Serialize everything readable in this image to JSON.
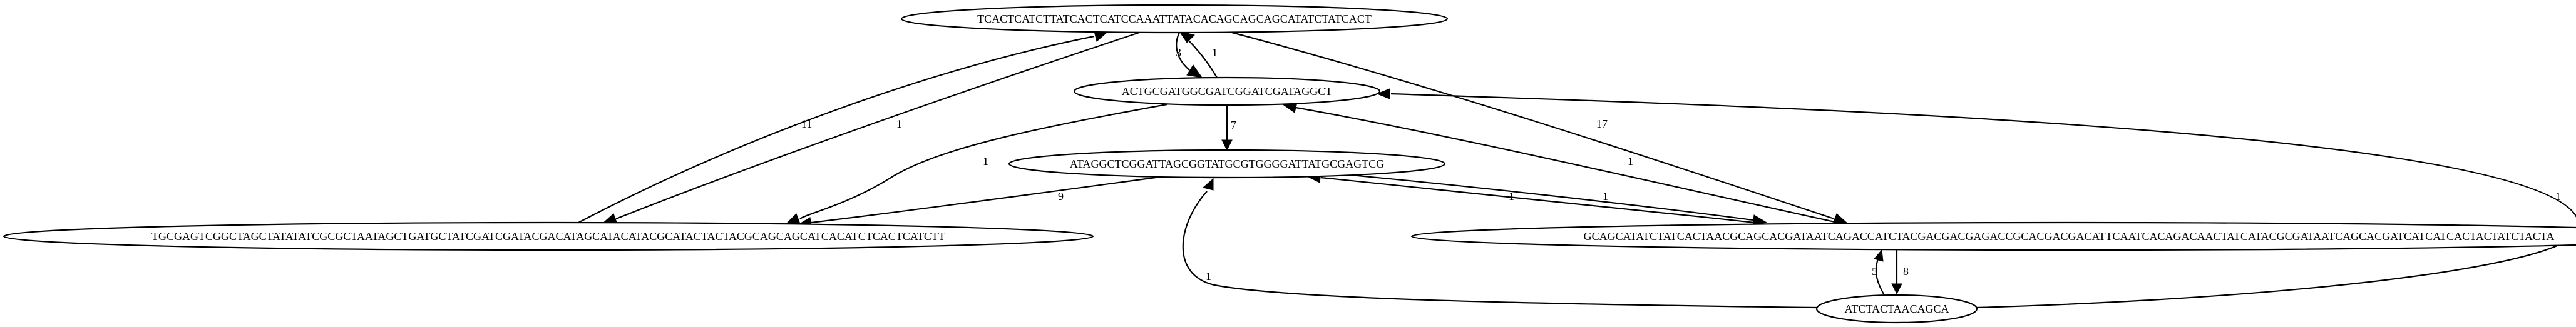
{
  "graph": {
    "nodes": [
      {
        "id": "n1",
        "label": "TCACTCATCTTATCACTCATCCAAATTATACACAGCAGCAGCATATCTATCACT"
      },
      {
        "id": "n2",
        "label": "ACTGCGATGGCGATCGGATCGATAGGCT"
      },
      {
        "id": "n3",
        "label": "ATAGGCTCGGATTAGCGGTATGCGTGGGGATTATGCGAGTCG"
      },
      {
        "id": "n4",
        "label": "TGCGAGTCGGCTAGCTATATATCGCGCTAATAGCTGATGCTATCGATCGATACGACATAGCATACATACGCATACTACTACGCAGCAGCATCACATCTCACTCATCTT"
      },
      {
        "id": "n5",
        "label": "GCAGCATATCTATCACTAACGCAGCACGATAATCAGACCATCTACGACGACGAGACCGCACGACGACATTCAATCACAGACAACTATCATACGCGATAATCAGCACGATCATCATCACTACTATCTACTA"
      },
      {
        "id": "n6",
        "label": "ATCTACTAACAGCA"
      }
    ],
    "edges": [
      {
        "id": "e_n1_n2",
        "from": "n1",
        "to": "n2",
        "label": "3"
      },
      {
        "id": "e_n2_n1",
        "from": "n2",
        "to": "n1",
        "label": "1"
      },
      {
        "id": "e_n4_n1",
        "from": "n4",
        "to": "n1",
        "label": "11"
      },
      {
        "id": "e_n1_n4",
        "from": "n1",
        "to": "n4",
        "label": "1"
      },
      {
        "id": "e_n1_n5",
        "from": "n1",
        "to": "n5",
        "label": "17"
      },
      {
        "id": "e_n2_n3",
        "from": "n2",
        "to": "n3",
        "label": "7"
      },
      {
        "id": "e_n2_n4",
        "from": "n2",
        "to": "n4",
        "label": "1"
      },
      {
        "id": "e_n5_n2",
        "from": "n5",
        "to": "n2",
        "label": "1"
      },
      {
        "id": "e_n6_n2",
        "from": "n6",
        "to": "n2",
        "label": "1"
      },
      {
        "id": "e_n3_n4",
        "from": "n3",
        "to": "n4",
        "label": "9"
      },
      {
        "id": "e_n5_n3",
        "from": "n5",
        "to": "n3",
        "label": "1"
      },
      {
        "id": "e_n3_n5",
        "from": "n3",
        "to": "n5",
        "label": "1"
      },
      {
        "id": "e_n6_n3",
        "from": "n6",
        "to": "n3",
        "label": "1"
      },
      {
        "id": "e_n6_n5",
        "from": "n6",
        "to": "n5",
        "label": "5"
      },
      {
        "id": "e_n5_n6",
        "from": "n5",
        "to": "n6",
        "label": "8"
      }
    ]
  }
}
